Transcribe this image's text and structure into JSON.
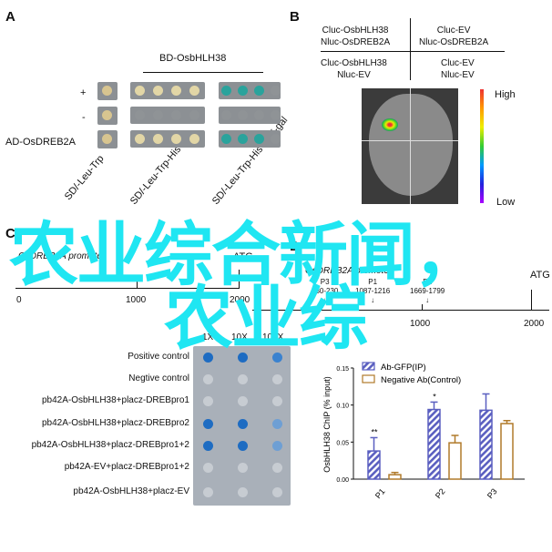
{
  "panels": {
    "a": "A",
    "b": "B",
    "c": "C",
    "d": "D"
  },
  "panel_a": {
    "header": "BD-OsbHLH38",
    "rows": [
      "+",
      "-",
      "AD-OsDREB2A"
    ],
    "columns": [
      "SD/-Leu-Trp",
      "SD/-Leu-Trp-His",
      "SD/-Leu-Trp-His+α-X-gal"
    ]
  },
  "panel_b": {
    "quadrants": [
      [
        "Cluc-OsbHLH38",
        "Nluc-OsDREB2A"
      ],
      [
        "Cluc-EV",
        "Nluc-OsDREB2A"
      ],
      [
        "Cluc-OsbHLH38",
        "Nluc-EV"
      ],
      [
        "Cluc-EV",
        "Nluc-EV"
      ]
    ],
    "scale_high": "High",
    "scale_low": "Low"
  },
  "panel_c_left": {
    "promoter": "OsDREB2A promoter",
    "atg": "ATG",
    "ticks": [
      "0",
      "1000",
      "2000"
    ]
  },
  "panel_c_right": {
    "promoter": "OsDREB2A promoter",
    "atg": "ATG",
    "ticks": [
      "1000",
      "2000"
    ],
    "probes": [
      {
        "name": "P3",
        "range": "130-230"
      },
      {
        "name": "P1",
        "range": "1087-1216"
      },
      {
        "name": "P2",
        "range": "1669-1799"
      }
    ]
  },
  "yeast_one_hybrid": {
    "dilutions": [
      "1X",
      "10X",
      "100X"
    ],
    "rows": [
      "Positive control",
      "Negtive control",
      "pb42A-OsbHLH38+placz-DREBpro1",
      "pb42A-OsbHLH38+placz-DREBpro2",
      "pb42A-OsbHLH38+placz-DREBpro1+2",
      "pb42A-EV+placz-DREBpro1+2",
      "pb42A-OsbHLH38+placz-EV"
    ],
    "blue": [
      [
        3,
        3,
        2
      ],
      [
        0,
        0,
        0
      ],
      [
        0,
        0,
        0
      ],
      [
        3,
        3,
        1
      ],
      [
        3,
        3,
        1
      ],
      [
        0,
        0,
        0
      ],
      [
        0,
        0,
        0
      ]
    ]
  },
  "chart_data": {
    "type": "bar",
    "categories": [
      "P1",
      "P2",
      "P3"
    ],
    "ylabel": "OsbHLH38 ChIP (% input)",
    "ylim": [
      0,
      0.15
    ],
    "yticks": [
      "0.00",
      "0.05",
      "0.10",
      "0.15"
    ],
    "series": [
      {
        "name": "Ab-GFP(IP)",
        "values": [
          0.038,
          0.094,
          0.093
        ],
        "errors": [
          0.018,
          0.01,
          0.022
        ],
        "color": "#5a5fc0"
      },
      {
        "name": "Negative Ab(Control)",
        "values": [
          0.006,
          0.049,
          0.075
        ],
        "errors": [
          0.003,
          0.01,
          0.004
        ],
        "color": "#b07a2a"
      }
    ],
    "annotations": [
      "**",
      "*",
      ""
    ]
  },
  "watermark": {
    "line1": "农业综合新闻，",
    "line2": "农业综"
  }
}
